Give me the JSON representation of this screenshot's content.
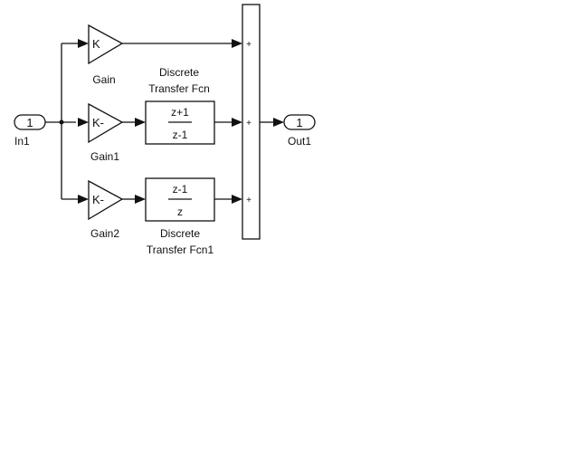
{
  "ports": {
    "in1": {
      "number": "1",
      "label": "In1"
    },
    "out1": {
      "number": "1",
      "label": "Out1"
    }
  },
  "gains": [
    {
      "symbol": "K",
      "label": "Gain"
    },
    {
      "symbol": "K-",
      "label": "Gain1"
    },
    {
      "symbol": "K-",
      "label": "Gain2"
    }
  ],
  "transfer_fcns": [
    {
      "numerator": "z+1",
      "denominator": "z-1",
      "label_line1": "Discrete",
      "label_line2": "Transfer Fcn"
    },
    {
      "numerator": "z-1",
      "denominator": "z",
      "label_line1": "Discrete",
      "label_line2": "Transfer Fcn1"
    }
  ],
  "sum": {
    "signs": [
      "+",
      "+",
      "+"
    ]
  }
}
